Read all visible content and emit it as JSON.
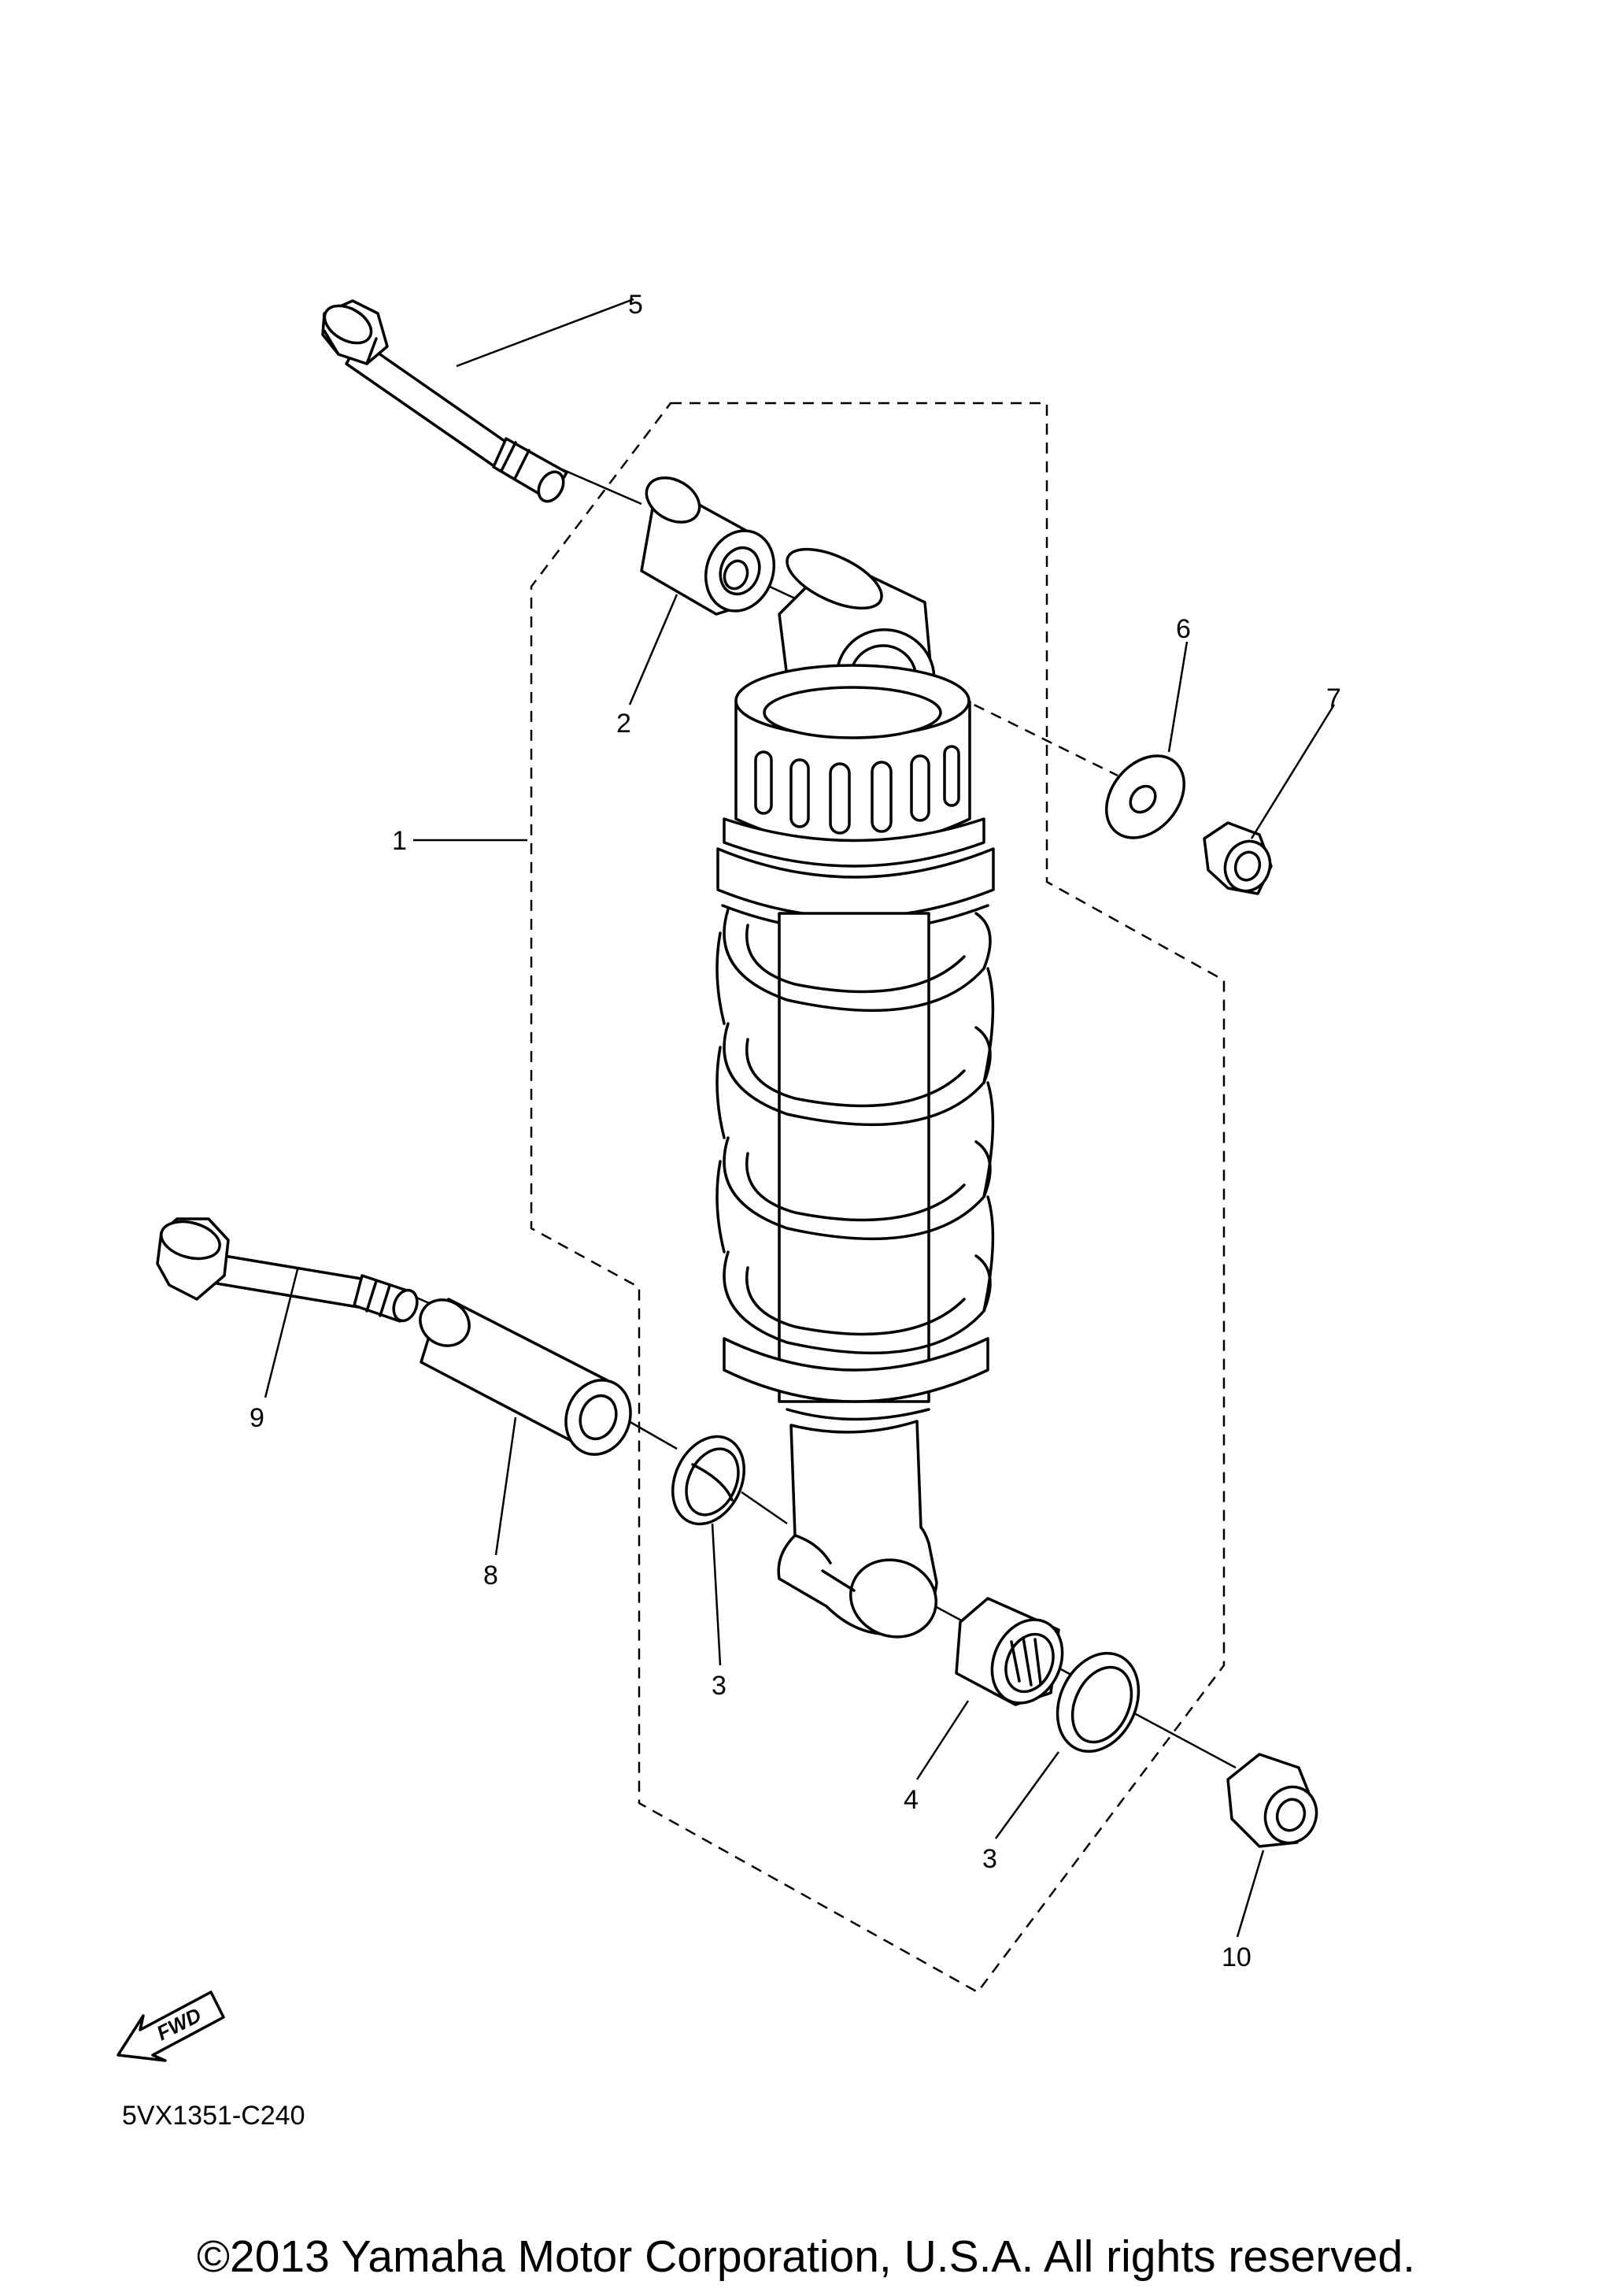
{
  "diagram": {
    "drawing_code": "5VX1351-C240",
    "copyright": "©2013 Yamaha Motor Corporation, U.S.A. All rights reserved.",
    "fwd_label": "FWD",
    "callouts": [
      {
        "label": "1"
      },
      {
        "label": "2"
      },
      {
        "label": "3"
      },
      {
        "label": "3"
      },
      {
        "label": "4"
      },
      {
        "label": "5"
      },
      {
        "label": "6"
      },
      {
        "label": "7"
      },
      {
        "label": "8"
      },
      {
        "label": "9"
      },
      {
        "label": "10"
      }
    ]
  }
}
